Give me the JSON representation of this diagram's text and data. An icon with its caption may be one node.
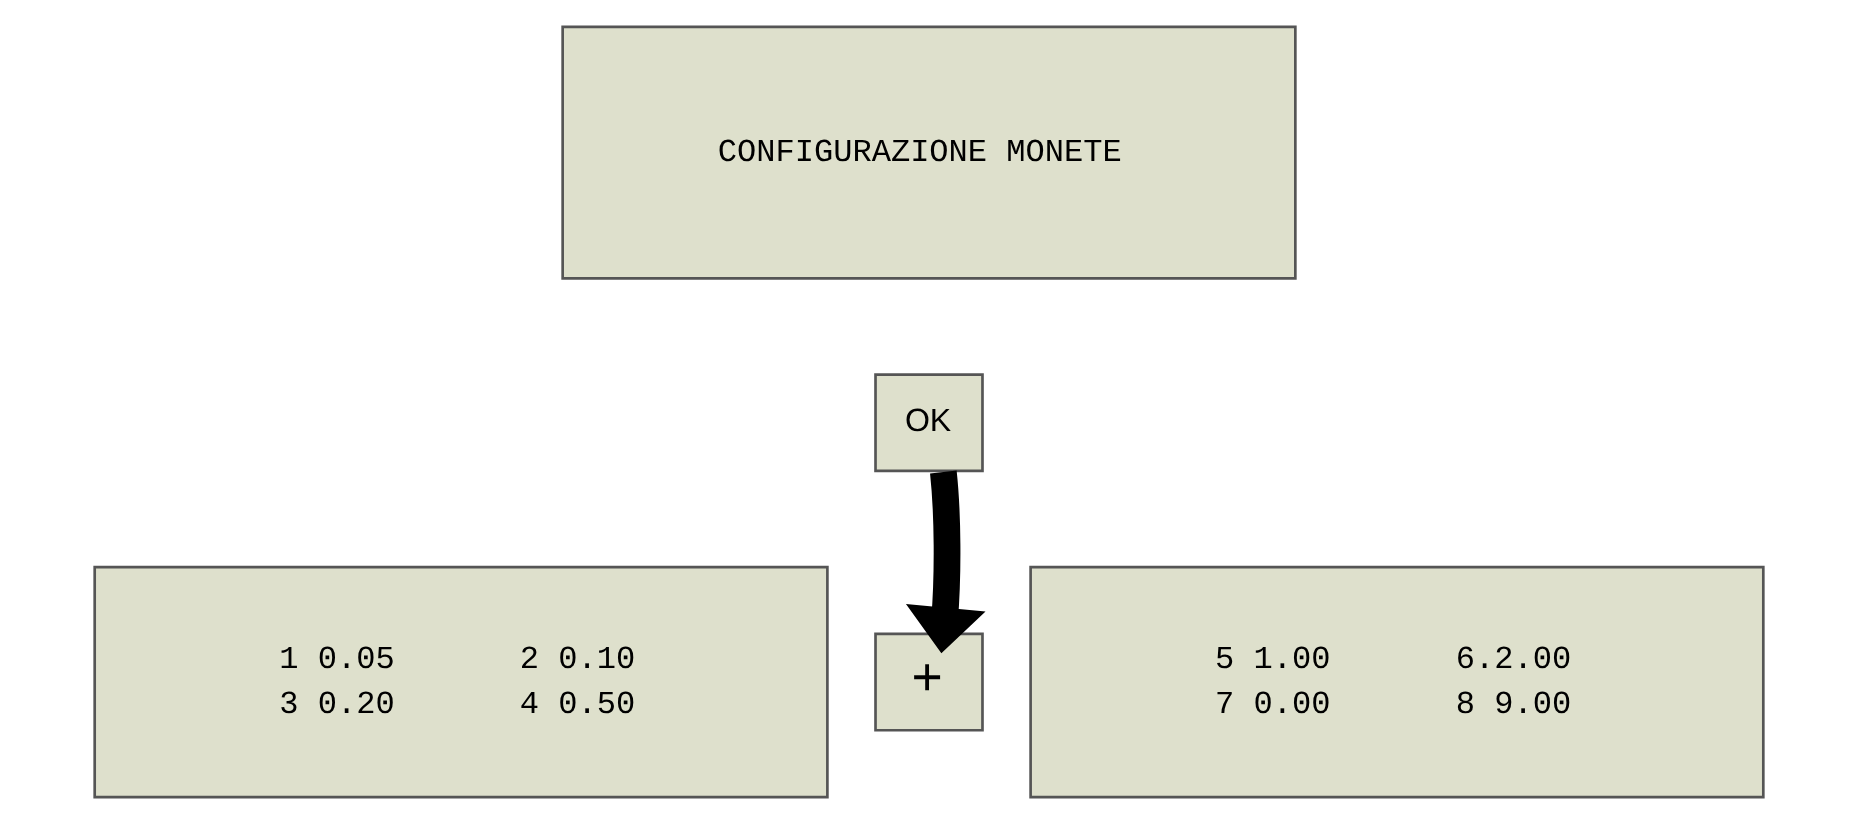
{
  "diagram": {
    "nodes": [
      {
        "text": [
          "CONFIGURAZIONE MONETE"
        ]
      },
      {
        "text": [
          "OK"
        ]
      },
      {
        "text": [
          "1 0.05",
          "2 0.10",
          "3 0.20",
          "4 0.50"
        ]
      },
      {
        "text": [
          "+"
        ]
      },
      {
        "text": [
          "5 1.00",
          "6.2.00",
          "7 0.00",
          "8 9.00"
        ]
      }
    ],
    "edges": [
      {
        "from": 1,
        "to": 3,
        "arrow": "to"
      }
    ]
  }
}
